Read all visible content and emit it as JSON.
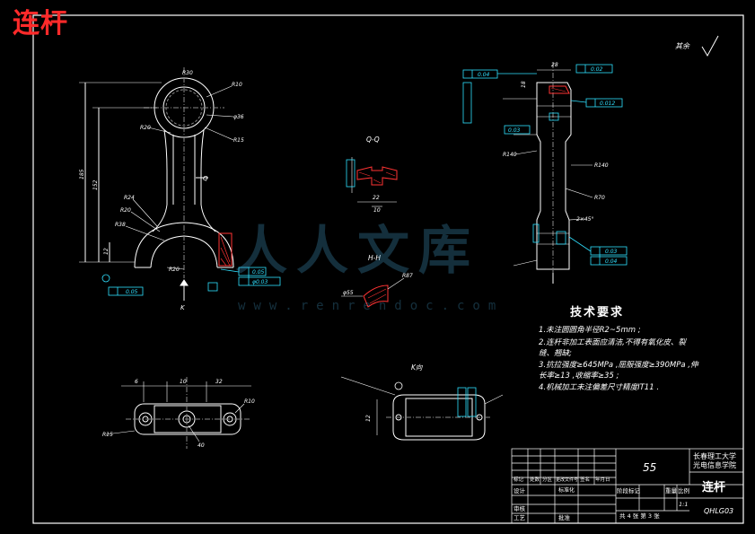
{
  "title": "连杆",
  "watermark": {
    "text": "人人文库",
    "url": "www.renrendoc.com"
  },
  "surface_mark": "其余",
  "tech": {
    "heading": "技术要求",
    "notes": [
      "1.未注圆圆角半径R2~5mm ;",
      "2.连杆非加工表面应清洁,不得有氧化皮、裂",
      "  缝、翘缺;",
      "3.抗拉强度≥645MPa ,屈服强度≥390MPa ,伸",
      "  长率≥13 ,收缩率≥35 ;",
      "4.机械加工未注偏差尺寸精度IT11 ."
    ]
  },
  "title_block": {
    "school": "长春理工大学光电信息学院",
    "name": "连杆",
    "drawing_no": "QHLG03",
    "box_num": "55",
    "scale": "1:1",
    "sheets": "共 4 张  第 3 张",
    "row_labels": {
      "design": "设计",
      "review": "审核",
      "process": "工艺",
      "approve": "批准"
    },
    "col_labels": {
      "marker": "标记",
      "count": "处数",
      "zone": "分区",
      "change_doc": "更改文件号",
      "sign": "签名",
      "date": "年月日"
    },
    "std": "标准化",
    "stage_mark": "阶段标记",
    "weight": "重量",
    "ratio": "比例"
  },
  "views": {
    "section_qq": "Q-Q",
    "section_hh": "H-H",
    "view_k": "K向",
    "label_q": "Q",
    "label_k": "K"
  },
  "dims": {
    "r30": "R30",
    "d36": "φ36",
    "r10a": "R10",
    "r15a": "R15",
    "r24": "R24",
    "r20": "R20",
    "r38": "R38",
    "h185": "185",
    "h152": "152",
    "h12": "12",
    "d55": "φ55",
    "tol_05": "0.05",
    "tol_dd": "φ0.03",
    "n22": "22",
    "n10": "10",
    "n6": "6",
    "n32": "32",
    "n40": "40",
    "n28": "28",
    "n18": "18",
    "r140a": "R140",
    "r140b": "R140",
    "r70": "R70",
    "ch": "2×45°",
    "t004": "0.04",
    "t002": "0.02",
    "t0012": "0.012",
    "t003": "0.03",
    "r87": "R87"
  }
}
